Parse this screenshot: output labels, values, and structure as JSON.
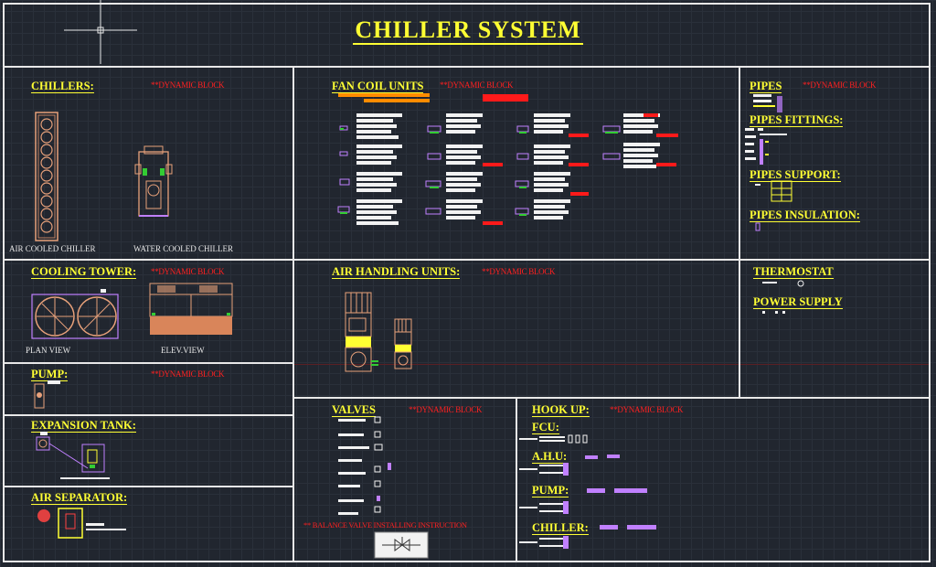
{
  "title": "CHILLER SYSTEM",
  "colors": {
    "background": "#21262f",
    "frame": "#e8e8e8",
    "heading": "#ffff33",
    "note": "#ff2020",
    "equipment": "#e8a17a",
    "symbol": "#c080ff"
  },
  "sections": {
    "chillers": {
      "label": "CHILLERS:",
      "note": "**DYNAMIC BLOCK",
      "air_cooled": "AIR COOLED CHILLER",
      "water_cooled": "WATER COOLED CHILLER"
    },
    "fan_coil_units": {
      "label": "FAN COIL UNITS",
      "note": "**DYNAMIC BLOCK"
    },
    "pipes": {
      "label": "PIPES",
      "note": "**DYNAMIC BLOCK"
    },
    "pipes_fittings": {
      "label": "PIPES FITTINGS:"
    },
    "pipes_support": {
      "label": "PIPES SUPPORT:"
    },
    "pipes_insulation": {
      "label": "PIPES INSULATION:"
    },
    "cooling_tower": {
      "label": "COOLING TOWER:",
      "note": "**DYNAMIC BLOCK",
      "plan_view": "PLAN VIEW",
      "elev_view": "ELEV.VIEW"
    },
    "air_handling_units": {
      "label": "AIR HANDLING UNITS:",
      "note": "**DYNAMIC BLOCK"
    },
    "thermostat": {
      "label": "THERMOSTAT"
    },
    "power_supply": {
      "label": "POWER SUPPLY"
    },
    "pump": {
      "label": "PUMP:",
      "note": "**DYNAMIC BLOCK"
    },
    "expansion_tank": {
      "label": "EXPANSION TANK:"
    },
    "air_separator": {
      "label": "AIR SEPARATOR:"
    },
    "valves": {
      "label": "VALVES",
      "note": "**DYNAMIC BLOCK",
      "instruction": "** BALANCE VALVE INSTALLING INSTRUCTION"
    },
    "hook_up": {
      "label": "HOOK UP:",
      "note": "**DYNAMIC BLOCK",
      "fcu": "FCU:",
      "ahu": "A.H.U:",
      "pump": "PUMP:",
      "chiller": "CHILLER:"
    }
  }
}
